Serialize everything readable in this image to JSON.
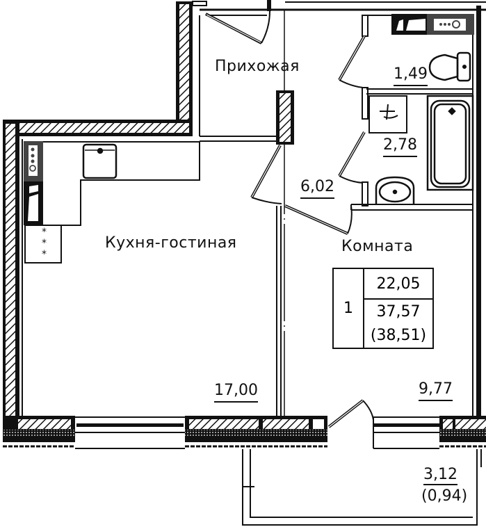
{
  "plan": {
    "colors": {
      "wall": "#111111",
      "background": "#ffffff",
      "equipment": "#444444"
    },
    "rooms": [
      {
        "id": "hallway",
        "name": "Прихожая",
        "area": "6,02"
      },
      {
        "id": "wc",
        "name": "",
        "area": "1,49"
      },
      {
        "id": "bathroom",
        "name": "",
        "area": "2,78"
      },
      {
        "id": "kitchen_living",
        "name": "Кухня-гостиная",
        "area": "17,00"
      },
      {
        "id": "room",
        "name": "Комната",
        "area": "9,77"
      },
      {
        "id": "balcony",
        "name": "",
        "area": "3,12",
        "area_coef": "(0,94)"
      }
    ],
    "summary": {
      "rooms_count": "1",
      "living_area": "22,05",
      "total_area": "37,57",
      "total_area_with_balcony": "(38,51)"
    },
    "icons": [
      "stove-icon",
      "sink-icon",
      "fridge-icon",
      "washing-machine-icon",
      "toilet-icon",
      "bathtub-icon",
      "washbasin-icon",
      "ventilation-icon"
    ]
  }
}
